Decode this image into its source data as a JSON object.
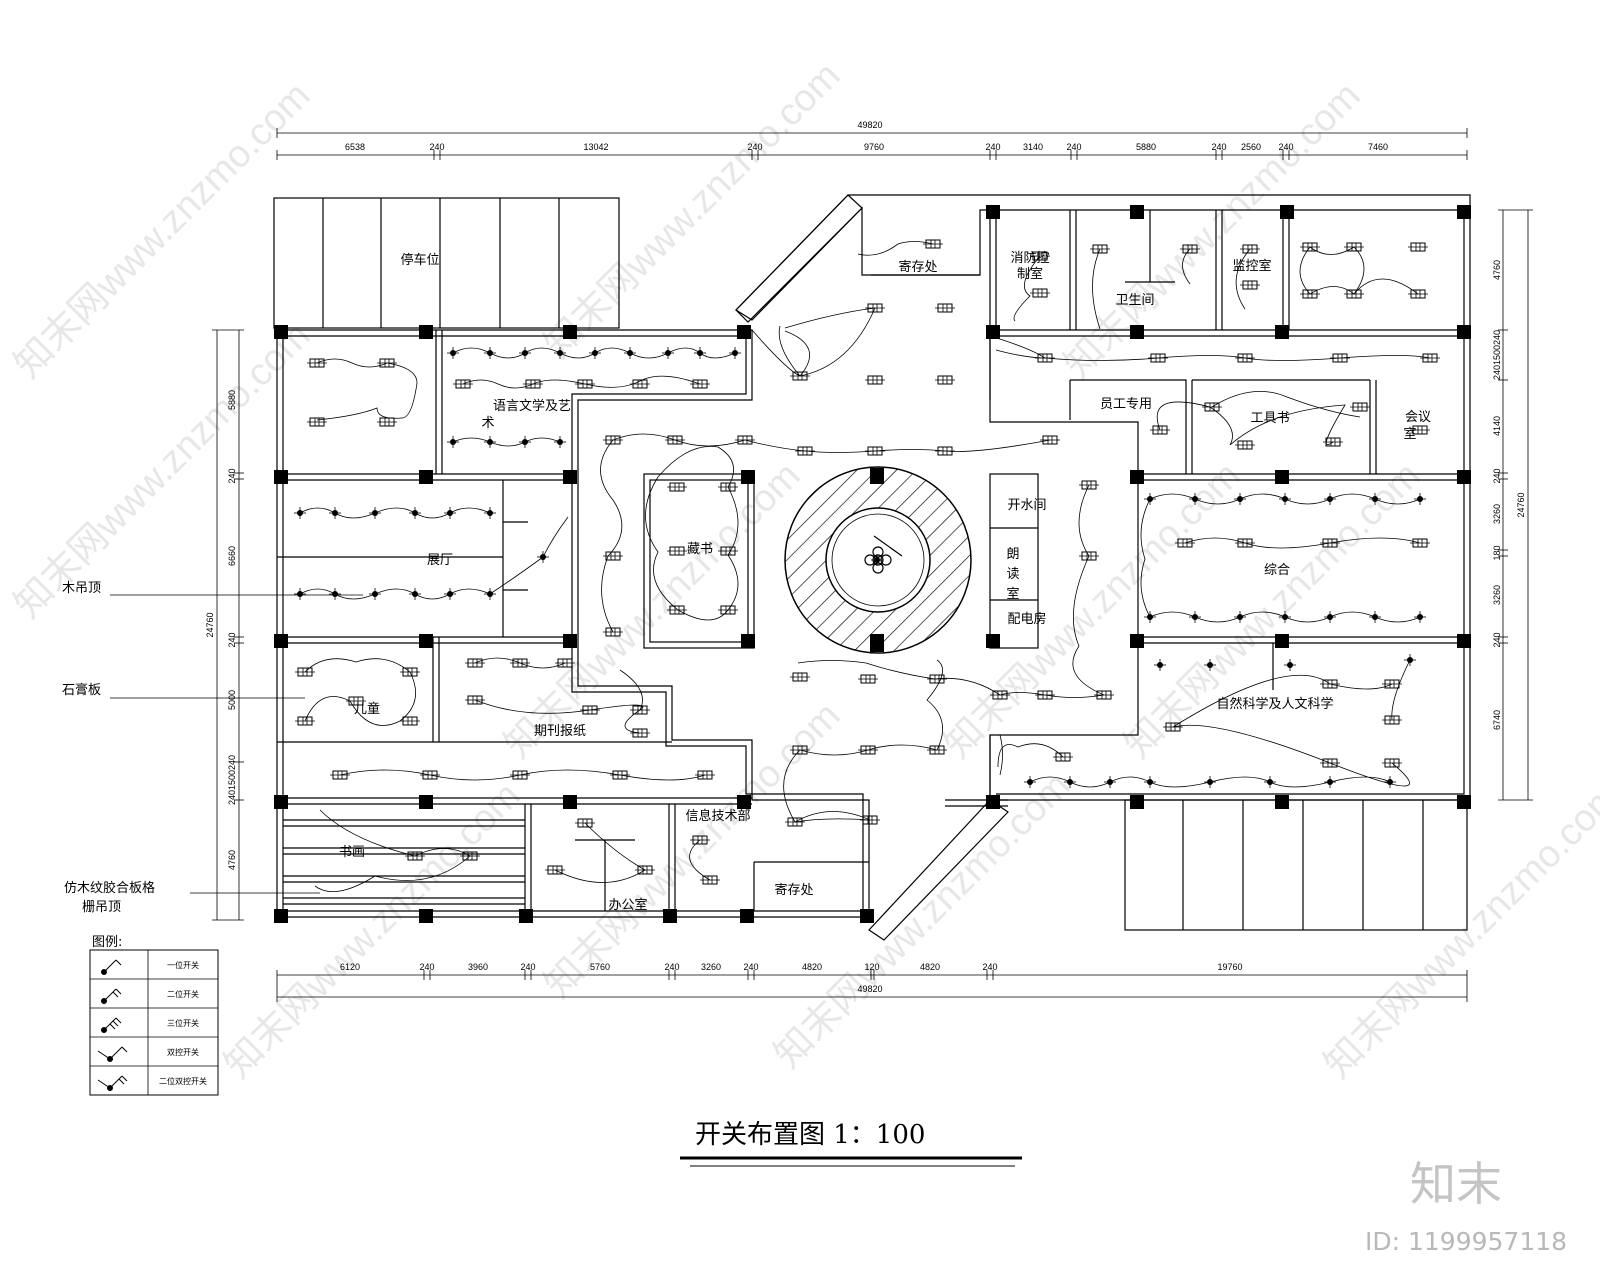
{
  "title": "开关布置图 1：100",
  "dims_top_total": "49820",
  "dims_top": [
    "6538",
    "240",
    "13042",
    "240",
    "9760",
    "240",
    "3140",
    "240",
    "5880",
    "240",
    "2560",
    "240",
    "7460"
  ],
  "dims_bottom": [
    "6120",
    "240",
    "3960",
    "240",
    "5760",
    "240",
    "3260",
    "240",
    "4820",
    "120",
    "4820",
    "240",
    "19760"
  ],
  "dims_bottom_total": "49820",
  "dims_left": [
    "5880",
    "240",
    "6660",
    "24760",
    "240",
    "5000",
    "2401500240",
    "4760"
  ],
  "dims_right": [
    "4760",
    "2401500240",
    "4140",
    "240",
    "3260",
    "180",
    "3260",
    "240",
    "6740"
  ],
  "dims_right_total": "24760",
  "rooms": {
    "parking": "停车位",
    "storage_top": "寄存处",
    "fire_control": "消防控",
    "fire_control2": "制室",
    "restroom": "卫生间",
    "monitor": "监控室",
    "language": "语言文学及艺",
    "language2": "术",
    "staff_only": "员工专用",
    "books_r": "工具书",
    "meeting": "会议",
    "meeting2": "室",
    "hall": "展厅",
    "collection": "藏书",
    "water_room": "开水间",
    "reading1": "朗",
    "reading2": "读",
    "reading3": "室",
    "power_room": "配电房",
    "general": "综合",
    "children": "儿童",
    "periodicals": "期刊报纸",
    "science": "自然科学及人文科学",
    "study": "书画",
    "info_tech": "信息技术部",
    "office": "办公室",
    "storage_bottom": "寄存处"
  },
  "callouts": {
    "wood_ceiling": "木吊顶",
    "gypsum": "石膏板",
    "imitation_wood": "仿木纹胶合板格",
    "imitation_wood2": "栅吊顶"
  },
  "legend": {
    "heading": "图例:",
    "items": [
      "一位开关",
      "二位开关",
      "三位开关",
      "双控开关",
      "二位双控开关"
    ]
  },
  "watermark": {
    "text": "知末网www.znzmo.com",
    "brand": "知末",
    "id": "ID: 1199957118"
  }
}
